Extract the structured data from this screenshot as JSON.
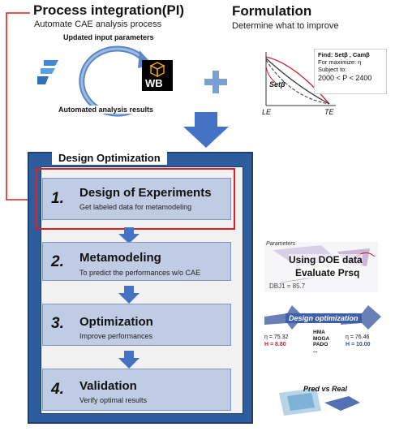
{
  "pi": {
    "title": "Process integration(PI)",
    "subtitle": "Automate CAE analysis process",
    "updated_label": "Updated input parameters",
    "automated_label": "Automated analysis results",
    "wb_label": "WB"
  },
  "formulation": {
    "title": "Formulation",
    "subtitle": "Determine what to improve",
    "find_line": "Find: Setβ , Camβ",
    "max_line": "For maximize: η",
    "subject_line": "Subject to:",
    "constraint_line": "2000 < P < 2400",
    "curve_label": "Setβ",
    "le_label": "LE",
    "te_label": "TE"
  },
  "design_opt": {
    "title": "Design Optimization",
    "steps": [
      {
        "num": "1.",
        "title": "Design of Experiments",
        "sub": "Get labeled data for metamodeling"
      },
      {
        "num": "2.",
        "title": "Metamodeling",
        "sub": "To predict the performances w/o CAE"
      },
      {
        "num": "3.",
        "title": "Optimization",
        "sub": "Improve performances"
      },
      {
        "num": "4.",
        "title": "Validation",
        "sub": "Verify optimal results"
      }
    ]
  },
  "thumbs": {
    "doe_a": "Using DOE data",
    "doe_b": "Evaluate Prsq",
    "params": "Parameters",
    "param_val": "DBJ1 = 85.7",
    "opt_title": "Design optimization",
    "eta_left": "η = 75.32",
    "h_left": "H = 8.80",
    "eta_right": "η = 76.46",
    "h_right": "H = 10.00",
    "methods": [
      "HMA",
      "MOGA",
      "PADO",
      "..."
    ],
    "pred": "Pred vs Real"
  },
  "colors": {
    "accent": "#2e5d9e",
    "highlight": "#e02020",
    "step_fill": "#bfcce4",
    "arrow": "#4472c4"
  }
}
